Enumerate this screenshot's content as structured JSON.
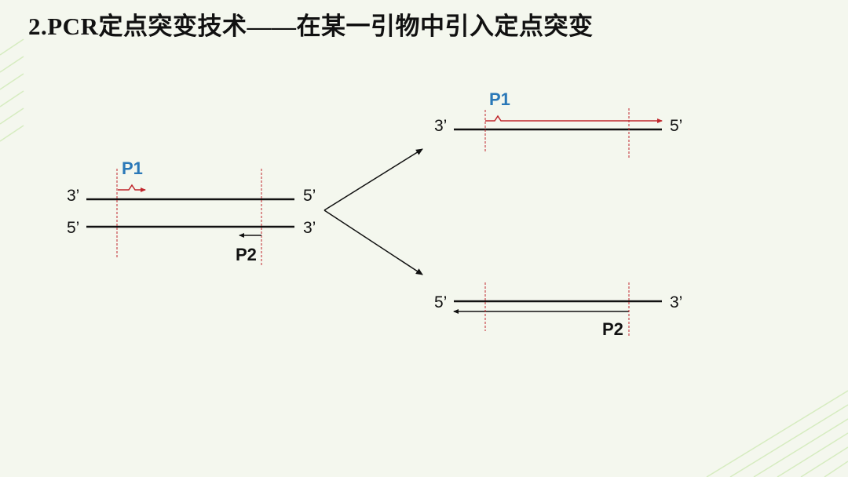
{
  "title": "2.PCR定点突变技术——在某一引物中引入定点突变",
  "left_duplex": {
    "top_left_end": "3’",
    "top_right_end": "5’",
    "bottom_left_end": "5’",
    "bottom_right_end": "3’",
    "primer_forward": "P1",
    "primer_reverse": "P2"
  },
  "right_top_product": {
    "left_end": "3’",
    "right_end": "5’",
    "primer": "P1"
  },
  "right_bottom_product": {
    "left_end": "5’",
    "right_end": "3’",
    "primer": "P2"
  },
  "colors": {
    "primer_p1_label": "#2a78b8",
    "mutant_primer": "#c0262c",
    "guide_line": "#c0262c",
    "strand": "#111111",
    "background": "#f4f7ee",
    "corner_stripes": "#d6ecc0"
  }
}
